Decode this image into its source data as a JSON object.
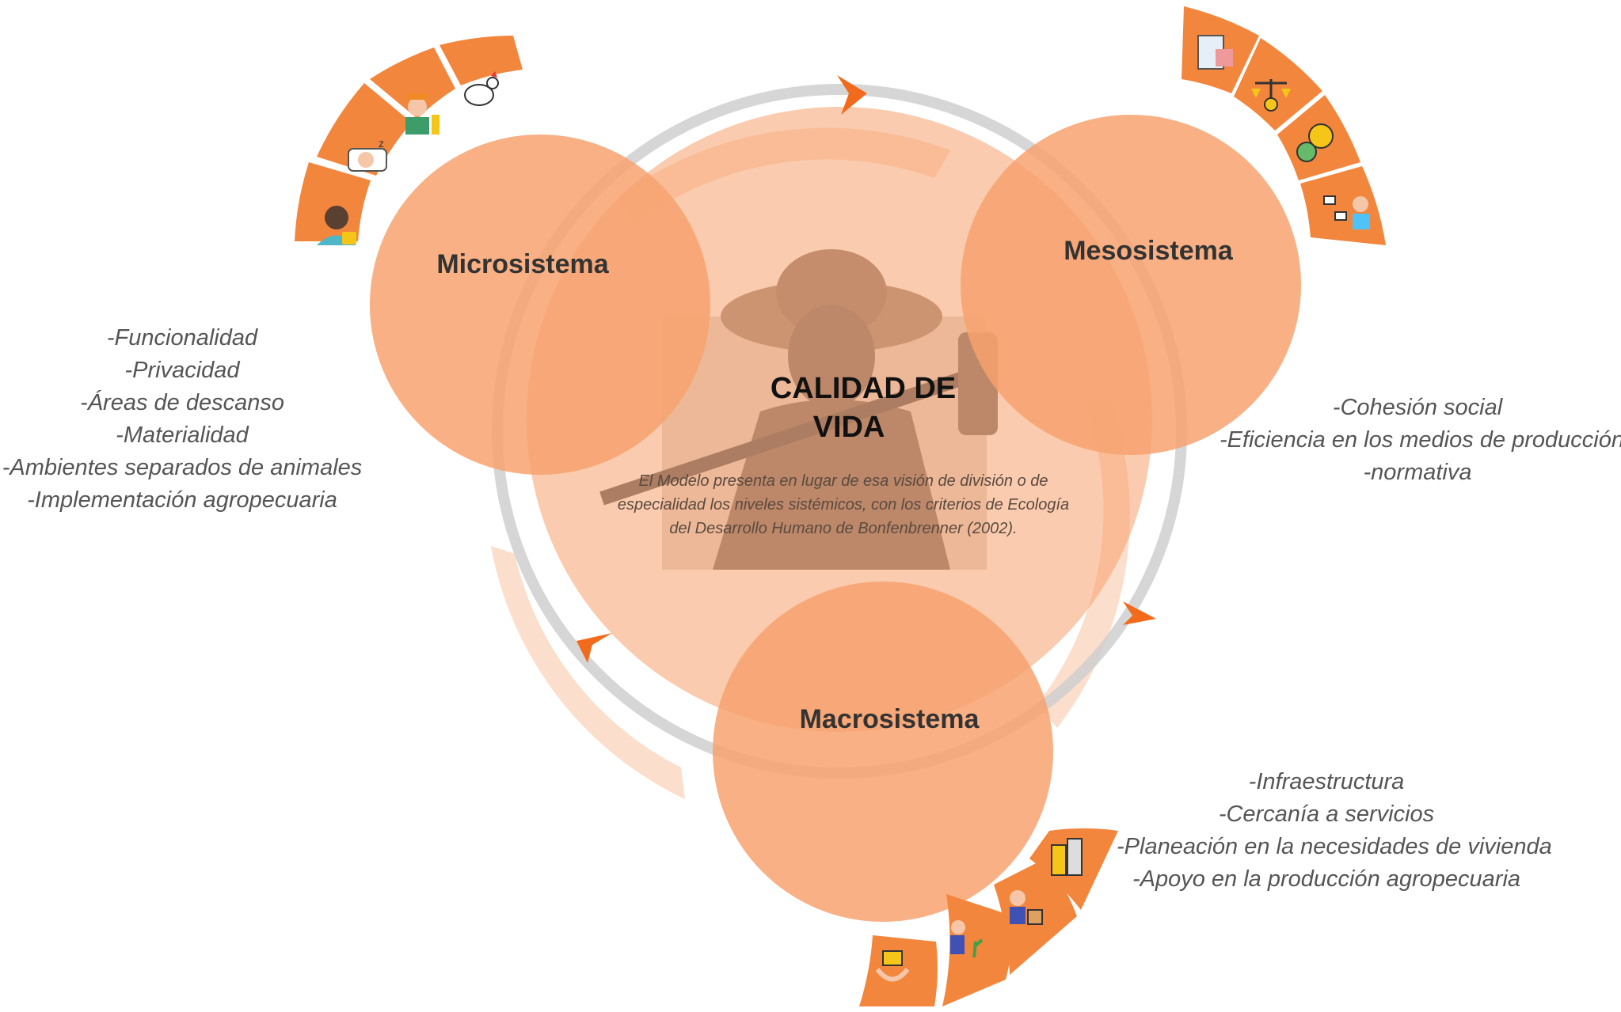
{
  "center": {
    "title_line1": "CALIDAD DE",
    "title_line2": "VIDA",
    "description_lines": [
      "El Modelo presenta en lugar de esa visión de división o de",
      "especialidad los niveles sistémicos, con los criterios de Ecología",
      "del Desarrollo Humano de Bonfenbrenner (2002)."
    ]
  },
  "systems": {
    "micro": {
      "label": "Microsistema",
      "items": [
        "-Funcionalidad",
        "-Privacidad",
        "-Áreas de descanso",
        "-Materialidad",
        "-Ambientes separados de animales",
        "-Implementación agropecuaria"
      ],
      "icons": [
        "user-lock-icon",
        "sleeping-person-icon",
        "construction-worker-icon",
        "rooster-icon"
      ]
    },
    "meso": {
      "label": "Mesosistema",
      "items": [
        "-Cohesión social",
        "-Eficiencia en los medios de producción",
        "-normativa"
      ],
      "icons": [
        "document-checklist-icon",
        "balance-scale-icon",
        "chat-bubbles-icon",
        "organization-chart-icon"
      ]
    },
    "macro": {
      "label": "Macrosistema",
      "items": [
        "-Infraestructura",
        "-Cercanía a servicios",
        "-Planeación en la necesidades de vivienda",
        "-Apoyo en la producción agropecuaria"
      ],
      "icons": [
        "helping-hands-icon",
        "farmer-planting-icon",
        "delivery-worker-icon",
        "silo-building-icon"
      ]
    }
  },
  "colors": {
    "circle": "#f7a26f",
    "ring": "#d9d9d9",
    "arrow": "#f26b1d",
    "panel": "#f3863d"
  }
}
